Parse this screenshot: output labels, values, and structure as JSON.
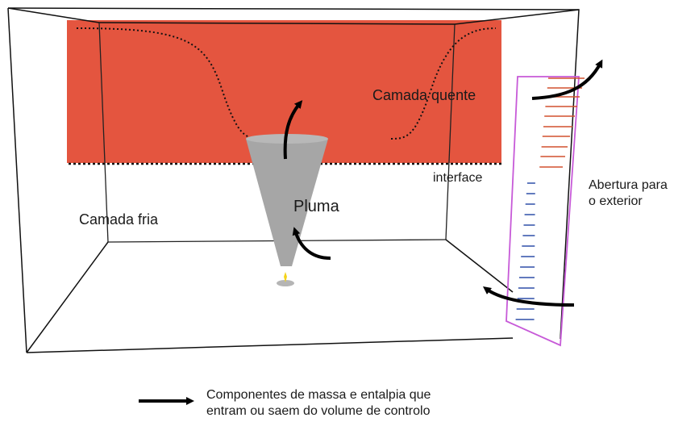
{
  "labels": {
    "hot_layer": "Camada quente",
    "interface": "interface",
    "cold_layer": "Camada fria",
    "plume": "Pluma",
    "opening_line1": "Abertura para",
    "opening_line2": "o exterior"
  },
  "legend": {
    "line1": "Componentes de massa e entalpia que",
    "line2": "entram ou saem do volume de controlo"
  },
  "colors": {
    "hot_layer": "#e4553f",
    "plume": "#a6a6a6",
    "opening_frame": "#c75ad8",
    "hot_ticks": "#d2502f",
    "cold_ticks": "#2e4fa8",
    "frame": "#111111"
  }
}
